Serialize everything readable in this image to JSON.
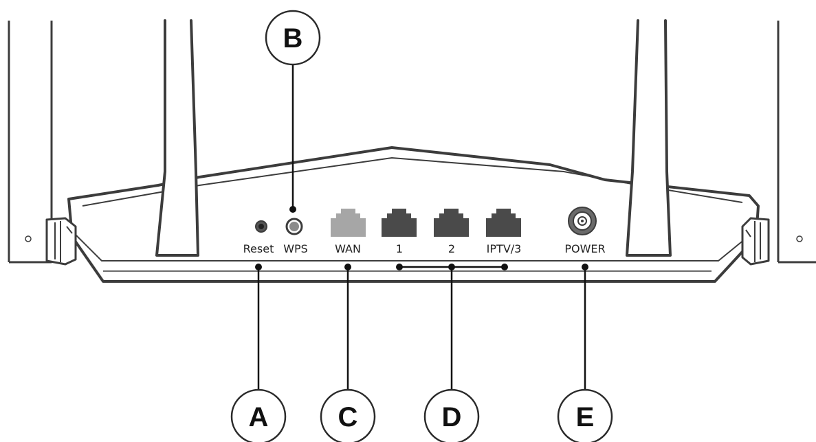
{
  "port_labels": {
    "reset": "Reset",
    "wps": "WPS",
    "wan": "WAN",
    "lan1": "1",
    "lan2": "2",
    "iptv3": "IPTV/3",
    "power": "POWER"
  },
  "callouts": {
    "a": "A",
    "b": "B",
    "c": "C",
    "d": "D",
    "e": "E"
  },
  "icons": {
    "wan_port": "ethernet-port-icon",
    "lan_port": "ethernet-port-icon",
    "power_jack": "dc-power-jack-icon",
    "reset_button": "reset-hole-icon",
    "wps_button": "wps-button-icon"
  },
  "colors": {
    "outline": "#3c3c3c",
    "wan_port": "#a6a6a6",
    "lan_port": "#4a4a4a",
    "text": "#222222"
  }
}
